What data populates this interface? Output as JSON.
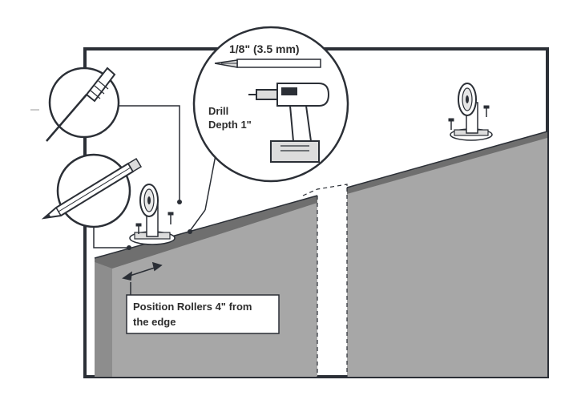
{
  "labels": {
    "drill_bit_size": "1/8\" (3.5 mm)",
    "drill_depth_line1": "Drill",
    "drill_depth_line2": "Depth 1\"",
    "position_line1": "Position Rollers 4\" from",
    "position_line2": "the edge"
  },
  "icons": [
    "screwdriver-icon",
    "pencil-icon",
    "drill-icon",
    "drill-bit-icon",
    "roller-bracket-icon",
    "screw-icon"
  ],
  "colors": {
    "outline": "#2b2f36",
    "door_fill": "#a9a9a9",
    "door_side": "#8a8a8a",
    "background": "#ffffff"
  }
}
